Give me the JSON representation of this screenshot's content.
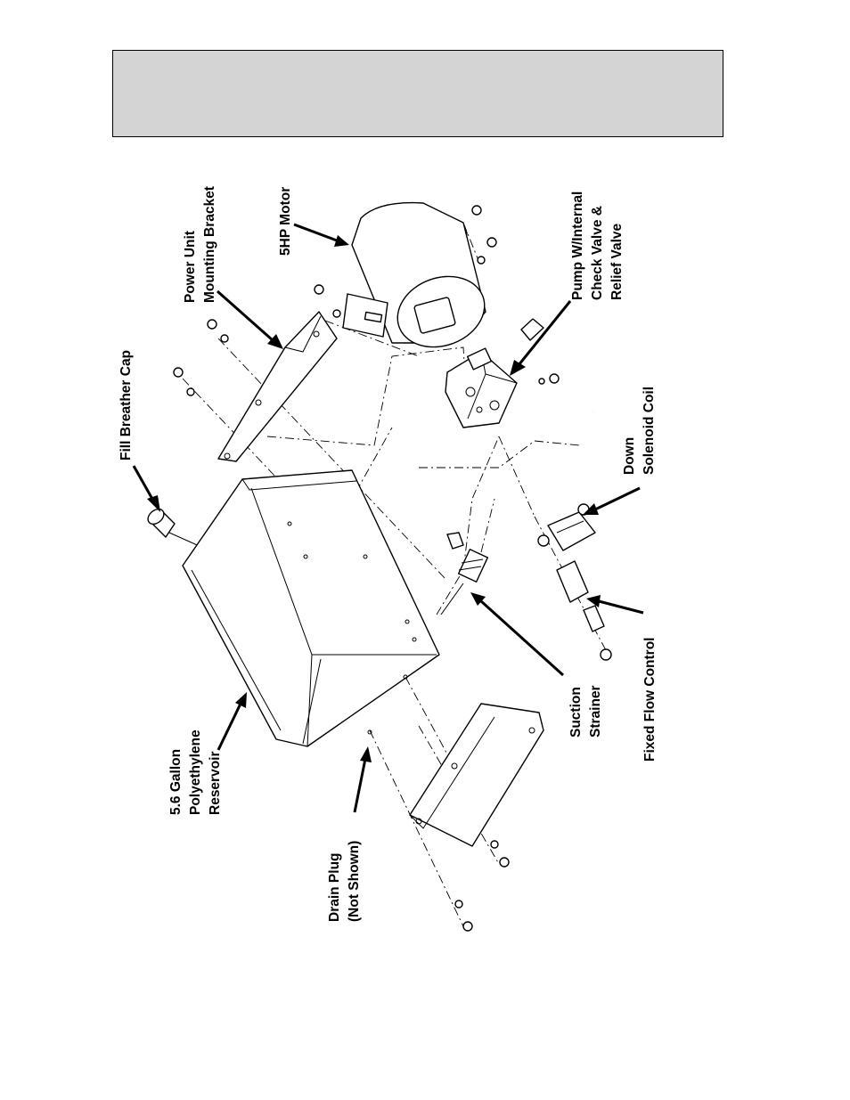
{
  "header": {
    "background": "#d4d4d4"
  },
  "labels": {
    "fill_breather_cap": "Fill Breather Cap",
    "power_unit_bracket_1": "Power Unit",
    "power_unit_bracket_2": "Mounting Bracket",
    "motor": "5HP Motor",
    "pump_1": "Pump W/Internal",
    "pump_2": "Check Valve &",
    "pump_3": "Relief Valve",
    "down_coil_1": "Down",
    "down_coil_2": "Solenoid Coil",
    "fixed_flow": "Fixed Flow Control",
    "suction_1": "Suction",
    "suction_2": "Strainer",
    "reservoir_1": "5.6 Gallon",
    "reservoir_2": "Polyethylene",
    "reservoir_3": "Reservoir",
    "drain_1": "Drain Plug",
    "drain_2": "(Not Shown)"
  }
}
